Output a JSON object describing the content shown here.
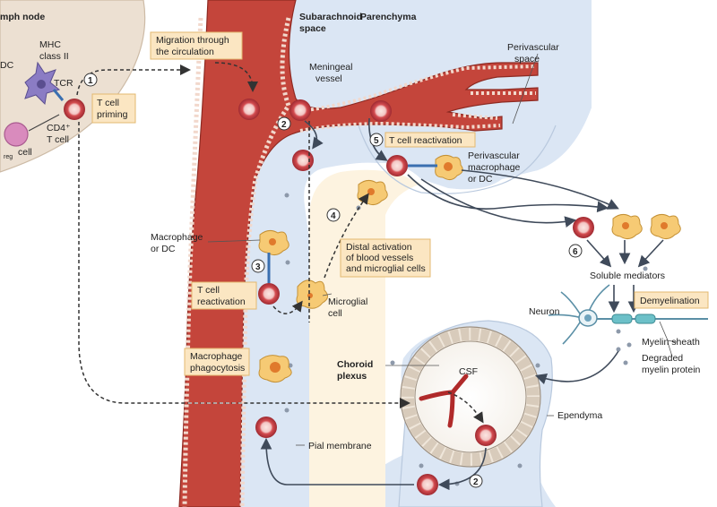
{
  "regions": {
    "lymph_node": "mph node",
    "subarachnoid": [
      "Subarachnoid",
      "space"
    ],
    "parenchyma": "Parenchyma",
    "perivascular_space": [
      "Perivascular",
      "space"
    ]
  },
  "labels": {
    "dc": "DC",
    "mhc": [
      "MHC",
      "class II"
    ],
    "tcr": "TCR",
    "cd4": [
      "CD4⁺",
      "T cell"
    ],
    "treg_cell": "cell",
    "treg_sub": "reg",
    "meningeal": [
      "Meningeal",
      "vessel"
    ],
    "perivascular_macrophage": [
      "Perivascular",
      "macrophage",
      "or DC"
    ],
    "macrophage_dc": [
      "Macrophage",
      "or DC"
    ],
    "microglial": [
      "Microglial",
      "cell"
    ],
    "soluble": "Soluble mediators",
    "neuron": "Neuron",
    "myelin_sheath": "Myelin sheath",
    "degraded": [
      "Degraded",
      "myelin protein"
    ],
    "choroid": [
      "Choroid",
      "plexus"
    ],
    "csf": "CSF",
    "ependyma": "Ependyma",
    "pial": "Pial membrane"
  },
  "boxes": {
    "migration": [
      "Migration through",
      "the circulation"
    ],
    "priming": [
      "T cell",
      "priming"
    ],
    "reactivation_top": "T cell reactivation",
    "distal": [
      "Distal activation",
      "of blood vessels",
      "and microglial cells"
    ],
    "reactivation_left": [
      "T cell",
      "reactivation"
    ],
    "phagocytosis": [
      "Macrophage",
      "phagocytosis"
    ],
    "demyelination": "Demyelination"
  },
  "steps": [
    "1",
    "2",
    "3",
    "4",
    "5",
    "6",
    "2"
  ],
  "colors": {
    "vessel": "#c4453b",
    "vessel_dark": "#8e2a22",
    "csf_blue": "#dbe6f4",
    "lymph_bg": "#ece0d2",
    "box_fill": "#fbe6c2",
    "box_stroke": "#e3b870",
    "t_cell": "#d6444a",
    "macrophage": "#f6ca74"
  }
}
